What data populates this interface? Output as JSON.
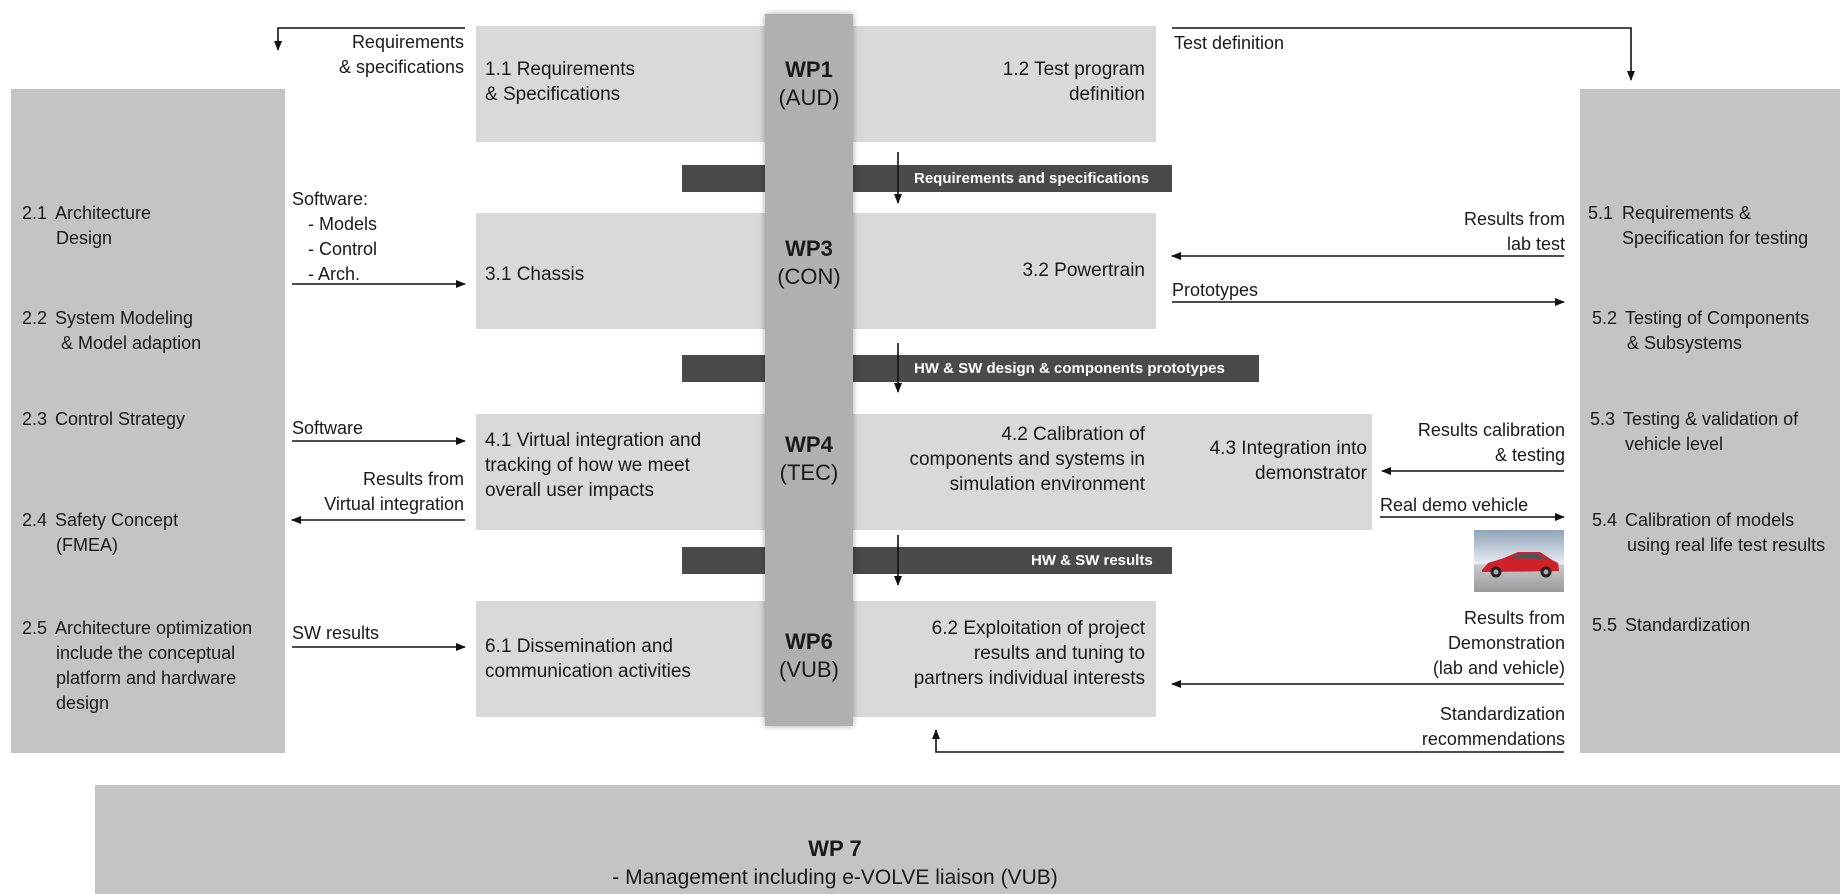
{
  "wp1": {
    "title": "WP1",
    "lead": "(AUD)",
    "t11": [
      "1.1 Requirements",
      "& Specifications"
    ],
    "t12": [
      "1.2 Test program",
      "definition"
    ]
  },
  "wp3": {
    "title": "WP3",
    "lead": "(CON)",
    "t31": "3.1 Chassis",
    "t32": "3.2 Powertrain"
  },
  "wp4": {
    "title": "WP4",
    "lead": "(TEC)",
    "t41": [
      "4.1 Virtual integration and",
      "tracking of how we meet",
      "overall user impacts"
    ],
    "t42": [
      "4.2 Calibration of",
      "components and systems in",
      "simulation environment"
    ],
    "t43": [
      "4.3 Integration into",
      "demonstrator"
    ]
  },
  "wp6": {
    "title": "WP6",
    "lead": "(VUB)",
    "t61": [
      "6.1 Dissemination and",
      "communication activities"
    ],
    "t62": [
      "6.2 Exploitation of project",
      "results and tuning to",
      "partners individual interests"
    ]
  },
  "wp7": {
    "title": "WP 7",
    "line1": "- Management including e-VOLVE liaison (VUB)"
  },
  "bars": {
    "b1": "Requirements and specifications",
    "b2": "HW & SW design & components prototypes",
    "b3": "HW & SW results"
  },
  "left_panel": [
    {
      "num": "2.1",
      "lines": [
        "Architecture",
        "Design"
      ]
    },
    {
      "num": "2.2",
      "lines": [
        "System Modeling",
        "& Model adaption"
      ]
    },
    {
      "num": "2.3",
      "lines": [
        "Control Strategy"
      ]
    },
    {
      "num": "2.4",
      "lines": [
        "Safety Concept",
        "(FMEA)"
      ]
    },
    {
      "num": "2.5",
      "lines": [
        "Architecture optimization",
        "include the conceptual",
        "platform and hardware",
        "design"
      ]
    }
  ],
  "right_panel": [
    {
      "num": "5.1",
      "lines": [
        "Requirements &",
        "Specification for testing"
      ]
    },
    {
      "num": "5.2",
      "lines": [
        "Testing of Components",
        "& Subsystems"
      ]
    },
    {
      "num": "5.3",
      "lines": [
        "Testing & validation of",
        "vehicle level"
      ]
    },
    {
      "num": "5.4",
      "lines": [
        "Calibration of models",
        "using real life test results"
      ]
    },
    {
      "num": "5.5",
      "lines": [
        "Standardization"
      ]
    }
  ],
  "flows": {
    "req_spec": [
      "Requirements",
      "& specifications"
    ],
    "test_def": "Test definition",
    "software_list": [
      "Software:",
      "- Models",
      "- Control",
      "- Arch."
    ],
    "results_lab": [
      "Results from",
      "lab test"
    ],
    "prototypes": "Prototypes",
    "software": "Software",
    "results_virtual": [
      "Results from",
      "Virtual integration"
    ],
    "results_calib": [
      "Results calibration",
      "& testing"
    ],
    "real_demo": "Real demo vehicle",
    "sw_results": "SW results",
    "results_demo": [
      "Results from",
      "Demonstration",
      "(lab and vehicle)"
    ],
    "std_rec": [
      "Standardization",
      "recommendations"
    ]
  },
  "colors": {
    "box_light": "#d9d9d9",
    "box_mid": "#c4c4c4",
    "spine": "#b0b0b0",
    "bar": "#4a4a4a",
    "car": "#d0202a"
  }
}
